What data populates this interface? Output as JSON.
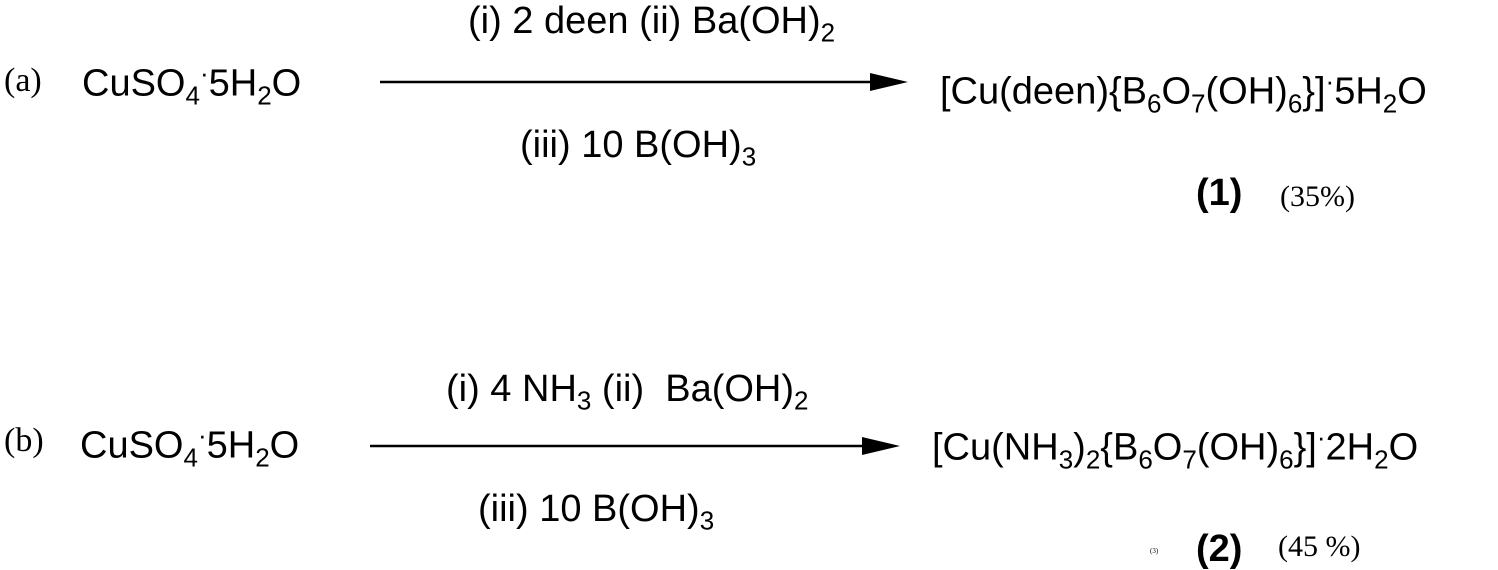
{
  "reaction_a": {
    "label": "(a)",
    "reactant": {
      "main": "CuSO",
      "sub1": "4",
      "dot": "·",
      "mid": "5H",
      "sub2": "2",
      "end": "O"
    },
    "conditions_top": {
      "text": "(i) 2 deen (ii) Ba(OH)",
      "sub": "2"
    },
    "conditions_bottom": {
      "text": "(iii) 10 B(OH)",
      "sub": "3"
    },
    "product": {
      "p1": "[Cu(deen){B",
      "s1": "6",
      "p2": "O",
      "s2": "7",
      "p3": "(OH)",
      "s3": "6",
      "p4": "}]",
      "dot": "·",
      "p5": "5H",
      "s5": "2",
      "p6": "O"
    },
    "compound_number": "1",
    "yield": "(35%)"
  },
  "reaction_b": {
    "label": "(b)",
    "reactant": {
      "main": "CuSO",
      "sub1": "4",
      "dot": "·",
      "mid": "5H",
      "sub2": "2",
      "end": "O"
    },
    "conditions_top": {
      "text": "(i) 4 NH",
      "sub": "3",
      "rest": " (ii)  Ba(OH)",
      "sub2": "2"
    },
    "conditions_bottom": {
      "text": "(iii) 10 B(OH)",
      "sub": "3"
    },
    "product": {
      "p1": "[Cu(NH",
      "s1": "3",
      "p2": ")",
      "s2": "2",
      "p3": "{B",
      "s3": "6",
      "p4": "O",
      "s4": "7",
      "p5": "(OH)",
      "s5": "6",
      "p6": "}]",
      "dot": "·",
      "p7": "2H",
      "s7": "2",
      "p8": "O"
    },
    "compound_number": "2",
    "yield": "(45 %)",
    "stray_mark": "(3)"
  }
}
